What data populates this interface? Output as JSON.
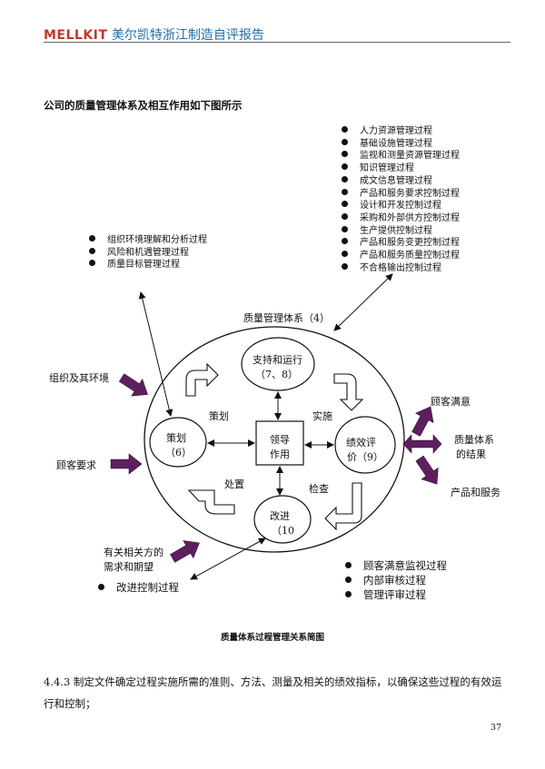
{
  "header": {
    "brand": "MELLKIT",
    "title": "美尔凯特浙江制造自评报告"
  },
  "intro": "公司的质量管理体系及相互作用如下图所示",
  "right_list": [
    "人力资源管理过程",
    "基础设施管理过程",
    "监视和测量资源管理过程",
    "知识管理过程",
    "成文信息管理过程",
    "产品和服务要求控制过程",
    "设计和开发控制过程",
    "采购和外部供方控制过程",
    "生产提供控制过程",
    "产品和服务变更控制过程",
    "产品和服务质量控制过程",
    "不合格输出控制过程"
  ],
  "left_list": [
    "组织环境理解和分析过程",
    "风险和机遇管理过程",
    "质量目标管理过程"
  ],
  "diagram": {
    "system_label": "质量管理体系（4）",
    "support_line1": "支持和运行",
    "support_line2": "（7、8）",
    "plan_label": "策划",
    "plan_line1": "策划",
    "plan_line2": "（6）",
    "implement_label": "实施",
    "leader_line1": "领导",
    "leader_line2": "作用",
    "perf_line1": "绩效评",
    "perf_line2": "价（9）",
    "handle_label": "处置",
    "check_label": "检查",
    "improve_line1": "改进",
    "improve_line2": "（10",
    "org_env": "组织及其环境",
    "customer_req": "顾客要求",
    "stakeholder_line1": "有关相关方的",
    "stakeholder_line2": "需求和期望",
    "improve_ctrl": "改进控制过程",
    "customer_sat": "顾客满意",
    "qms_result_line1": "质量体系",
    "qms_result_line2": "的结果",
    "product_service": "产品和服务"
  },
  "bottom_list": [
    "顾客满意监视过程",
    "内部审核过程",
    "管理评审过程"
  ],
  "caption": "质量体系过程管理关系简图",
  "paragraph": "4.4.3 制定文件确定过程实施所需的准则、方法、测量及相关的绩效指标，以确保这些过程的有效运行和控制；",
  "page_number": "37",
  "colors": {
    "brand": "#c0392b",
    "header": "#1f6fa8",
    "arrow_purple": "#5e1f5e"
  }
}
